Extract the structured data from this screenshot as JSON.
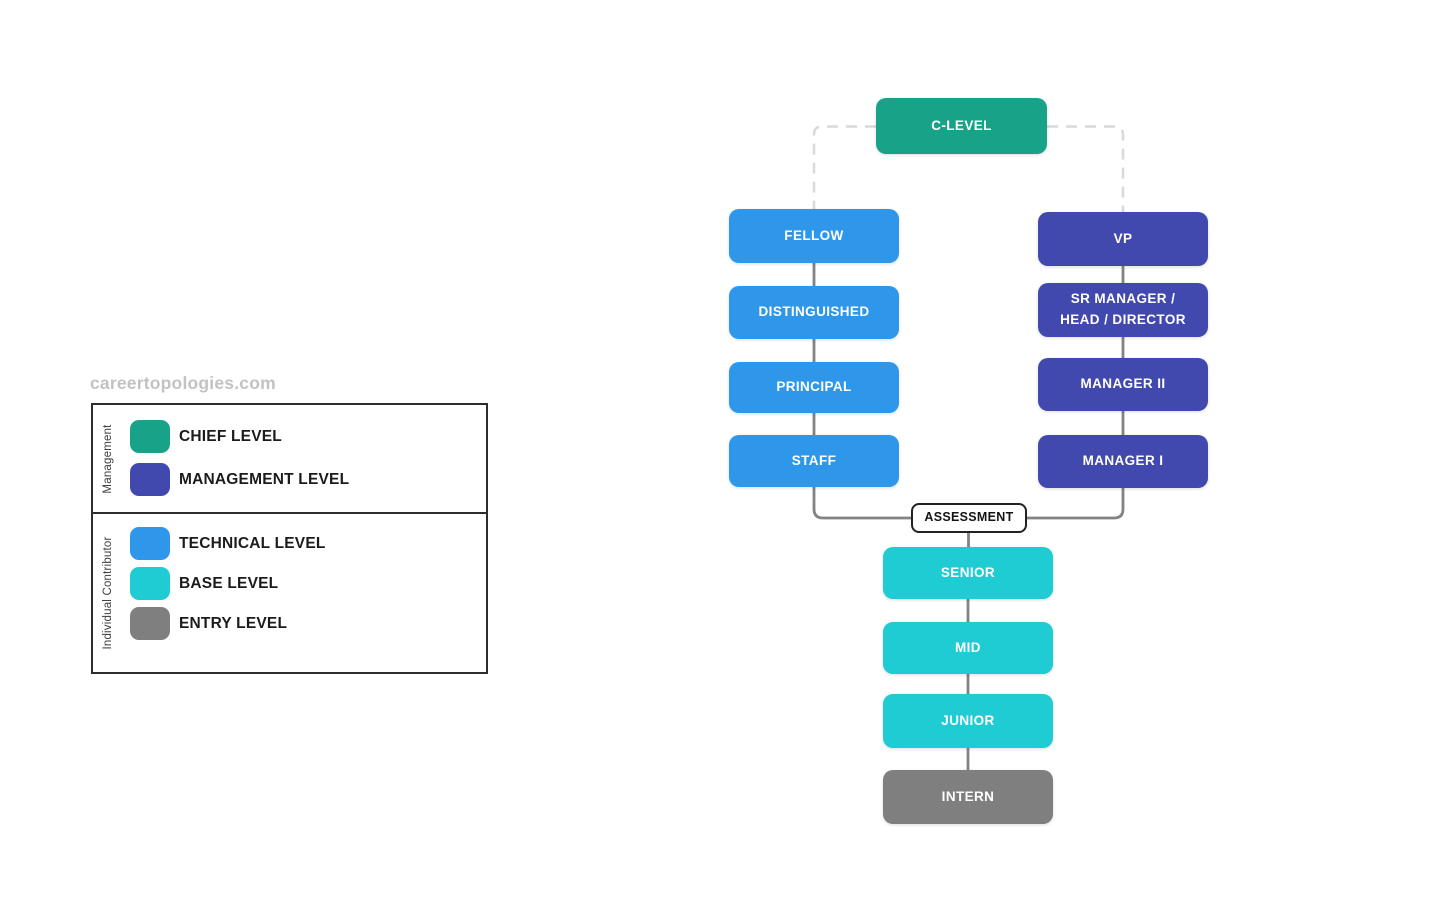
{
  "watermark": {
    "text": "careertopologies.com",
    "color": "#c2c2c2"
  },
  "legend": {
    "groups": [
      {
        "label": "Management",
        "items": [
          {
            "label": "CHIEF LEVEL",
            "color": "#18A389"
          },
          {
            "label": "MANAGEMENT LEVEL",
            "color": "#4149AE"
          }
        ]
      },
      {
        "label": "Individual Contributor",
        "items": [
          {
            "label": "TECHNICAL LEVEL",
            "color": "#2F97EA"
          },
          {
            "label": "BASE LEVEL",
            "color": "#1FCCD4"
          },
          {
            "label": "ENTRY LEVEL",
            "color": "#7F7F7F"
          }
        ]
      }
    ]
  },
  "diagram": {
    "connector_colors": {
      "solid": "#838383",
      "dashed": "#D9D9D9"
    },
    "nodes": {
      "c_level": {
        "label": "C-LEVEL",
        "color": "#18A389",
        "category": "chief"
      },
      "fellow": {
        "label": "FELLOW",
        "color": "#2F97EA",
        "category": "technical"
      },
      "distinguished": {
        "label": "DISTINGUISHED",
        "color": "#2F97EA",
        "category": "technical"
      },
      "principal": {
        "label": "PRINCIPAL",
        "color": "#2F97EA",
        "category": "technical"
      },
      "staff": {
        "label": "STAFF",
        "color": "#2F97EA",
        "category": "technical"
      },
      "vp": {
        "label": "VP",
        "color": "#4149AE",
        "category": "management"
      },
      "sr_manager_head_director": {
        "label": "SR MANAGER /\nHEAD / DIRECTOR",
        "color": "#4149AE",
        "category": "management"
      },
      "manager_ii": {
        "label": "MANAGER II",
        "color": "#4149AE",
        "category": "management"
      },
      "manager_i": {
        "label": "MANAGER I",
        "color": "#4149AE",
        "category": "management"
      },
      "assessment": {
        "label": "ASSESSMENT",
        "color": "#FFFFFF",
        "border_color": "#222222",
        "category": "checkpoint"
      },
      "senior": {
        "label": "SENIOR",
        "color": "#1FCCD4",
        "category": "base"
      },
      "mid": {
        "label": "MID",
        "color": "#1FCCD4",
        "category": "base"
      },
      "junior": {
        "label": "JUNIOR",
        "color": "#1FCCD4",
        "category": "base"
      },
      "intern": {
        "label": "INTERN",
        "color": "#7F7F7F",
        "category": "entry"
      }
    },
    "connections": [
      {
        "from": "c_level",
        "to": "fellow",
        "style": "dashed"
      },
      {
        "from": "c_level",
        "to": "vp",
        "style": "dashed"
      },
      {
        "from": "fellow",
        "to": "distinguished",
        "style": "solid"
      },
      {
        "from": "distinguished",
        "to": "principal",
        "style": "solid"
      },
      {
        "from": "principal",
        "to": "staff",
        "style": "solid"
      },
      {
        "from": "staff",
        "to": "assessment",
        "style": "solid"
      },
      {
        "from": "vp",
        "to": "sr_manager_head_director",
        "style": "solid"
      },
      {
        "from": "sr_manager_head_director",
        "to": "manager_ii",
        "style": "solid"
      },
      {
        "from": "manager_ii",
        "to": "manager_i",
        "style": "solid"
      },
      {
        "from": "manager_i",
        "to": "assessment",
        "style": "solid"
      },
      {
        "from": "assessment",
        "to": "senior",
        "style": "solid"
      },
      {
        "from": "senior",
        "to": "mid",
        "style": "solid"
      },
      {
        "from": "mid",
        "to": "junior",
        "style": "solid"
      },
      {
        "from": "junior",
        "to": "intern",
        "style": "solid"
      }
    ]
  }
}
